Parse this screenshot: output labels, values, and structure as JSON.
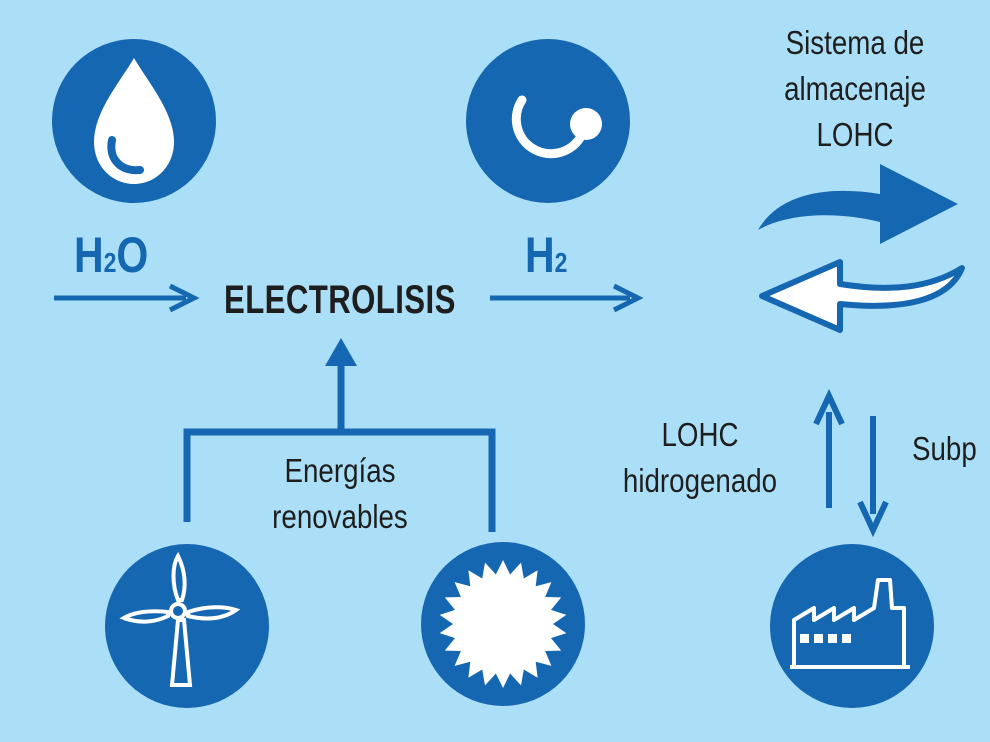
{
  "diagram": {
    "colors": {
      "background": "#abdff7",
      "primary_blue": "#1467b0",
      "text_dark": "#1e1e1e",
      "white": "#ffffff"
    },
    "icons": {
      "water": "water-drop-icon",
      "hydrogen": "hydrogen-atom-icon",
      "wind": "wind-turbine-icon",
      "solar": "sun-icon",
      "industry": "factory-icon"
    },
    "labels": {
      "h2o_main": "H",
      "h2o_sub": "2",
      "h2o_end": "O",
      "electrolisis": "ELECTROLISIS",
      "h2_main": "H",
      "h2_sub": "2",
      "sistema_line1": "Sistema de",
      "sistema_line2": "almacenaje",
      "sistema_line3": "LOHC",
      "energias_line1": "Energías",
      "energias_line2": "renovables",
      "lohc_line1": "LOHC",
      "lohc_line2": "hidrogenado",
      "subp": "Subp"
    }
  }
}
